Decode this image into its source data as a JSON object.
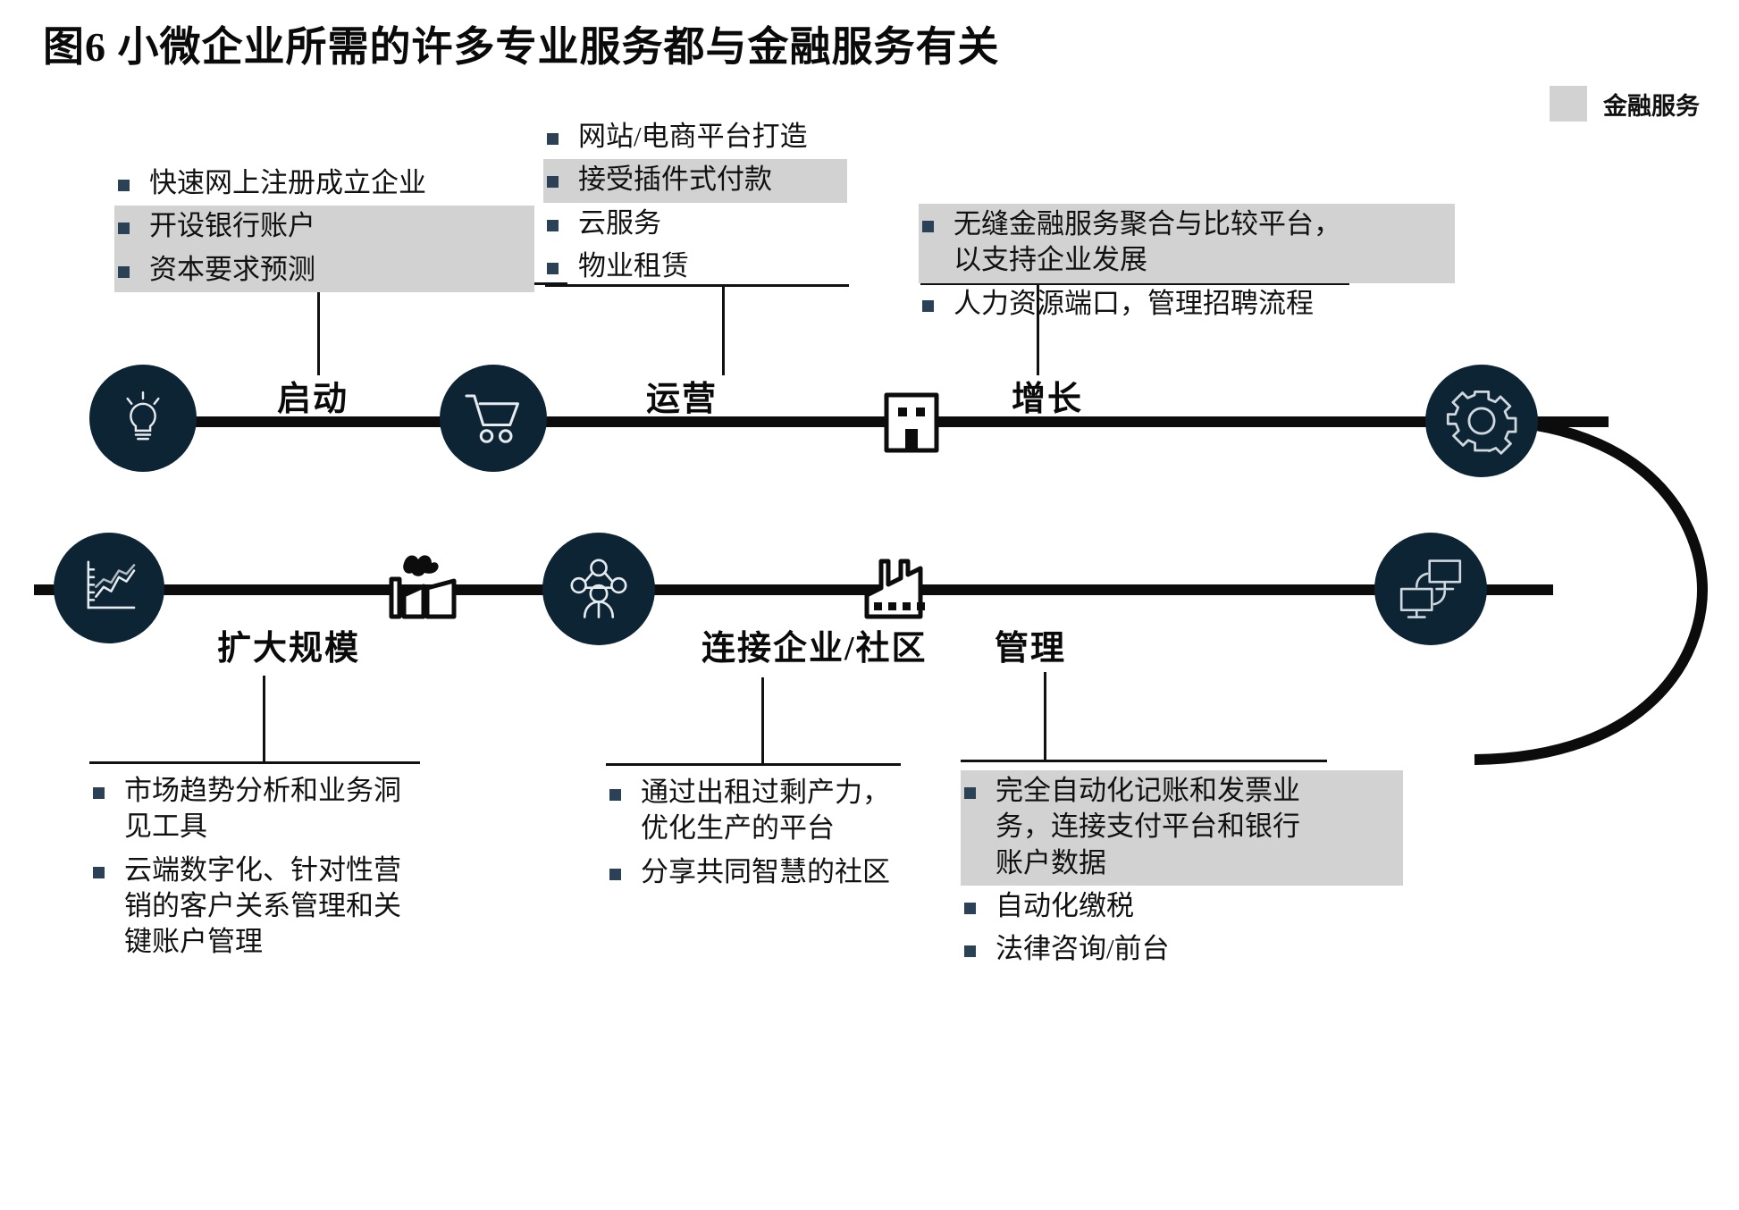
{
  "title": "图6 小微企业所需的许多专业服务都与金融服务有关",
  "legend": {
    "label": "金融服务",
    "swatch_color": "#d2d2d2"
  },
  "colors": {
    "node_navy": "#0d2435",
    "highlight_gray": "#d2d2d2",
    "bullet_square": "#2b4156",
    "line_black": "#111111"
  },
  "stages": [
    {
      "id": "startup",
      "label": "启动",
      "icon": "lightbulb-icon"
    },
    {
      "id": "operate",
      "label": "运营",
      "icon": "shopping-cart-icon"
    },
    {
      "id": "grow",
      "label": "增长",
      "icon": "office-building-icon"
    },
    {
      "id": "scale",
      "label": "扩大规模",
      "icon": "chart-trend-icon"
    },
    {
      "id": "connect",
      "label": "连接企业/社区",
      "icon": "network-people-icon"
    },
    {
      "id": "manage",
      "label": "管理",
      "icon": "connected-monitors-icon"
    }
  ],
  "blocks": {
    "startup": [
      {
        "text": "快速网上注册成立企业",
        "highlight": false
      },
      {
        "text": "开设银行账户",
        "highlight": true
      },
      {
        "text": "资本要求预测",
        "highlight": true
      }
    ],
    "operate": [
      {
        "text": "网站/电商平台打造",
        "highlight": false
      },
      {
        "text": "接受插件式付款",
        "highlight": true
      },
      {
        "text": "云服务",
        "highlight": false
      },
      {
        "text": "物业租赁",
        "highlight": false
      }
    ],
    "grow": [
      {
        "text": "无缝金融服务聚合与比较平台，\n以支持企业发展",
        "highlight": true
      },
      {
        "text": "人力资源端口，管理招聘流程",
        "highlight": false
      }
    ],
    "scale": [
      {
        "text": "市场趋势分析和业务洞\n见工具",
        "highlight": false
      },
      {
        "text": "云端数字化、针对性营\n销的客户关系管理和关\n键账户管理",
        "highlight": false
      }
    ],
    "connect": [
      {
        "text": "通过出租过剩产力，\n优化生产的平台",
        "highlight": false
      },
      {
        "text": "分享共同智慧的社区",
        "highlight": false
      }
    ],
    "manage": [
      {
        "text": "完全自动化记账和发票业\n务，连接支付平台和银行\n账户数据",
        "highlight": true
      },
      {
        "text": "自动化缴税",
        "highlight": false
      },
      {
        "text": "法律咨询/前台",
        "highlight": false
      }
    ]
  }
}
